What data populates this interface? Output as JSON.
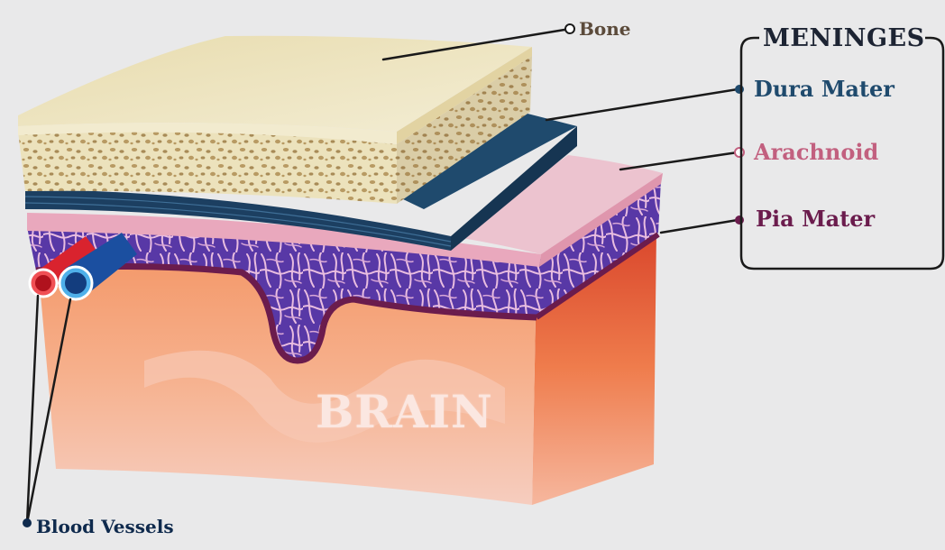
{
  "labels": {
    "bone": "Bone",
    "meninges": "MENINGES",
    "dura_mater": "Dura Mater",
    "arachnoid": "Arachnoid",
    "pia_mater": "Pia Mater",
    "blood_vessels": "Blood Vessels",
    "brain": "BRAIN"
  },
  "colors": {
    "background": "#e9e9ea",
    "bone": "#efe7c6",
    "bone_spongy": "#c9b37e",
    "dura": "#1f4a6d",
    "arachnoid": "#e7b3c3",
    "subarachnoid": "#5a3fa8",
    "pia": "#6b1c4d",
    "brain": "#f19c6f",
    "artery": "#d9232e",
    "vein": "#1b4fa0"
  }
}
